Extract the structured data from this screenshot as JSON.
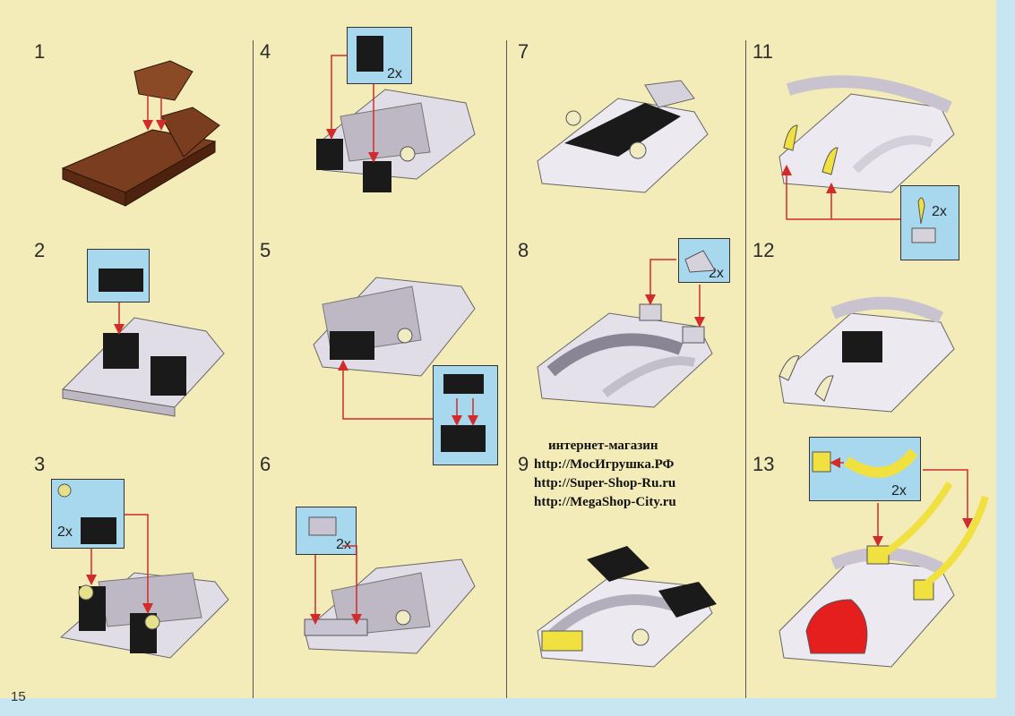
{
  "page_number": "15",
  "steps": [
    {
      "label": "1"
    },
    {
      "label": "2"
    },
    {
      "label": "3",
      "multiplier": "2x"
    },
    {
      "label": "4",
      "multiplier": "2x"
    },
    {
      "label": "5"
    },
    {
      "label": "6",
      "multiplier": "2x"
    },
    {
      "label": "7"
    },
    {
      "label": "8",
      "multiplier": "2x"
    },
    {
      "label": "9"
    },
    {
      "label": "11",
      "multiplier": "2x"
    },
    {
      "label": "12"
    },
    {
      "label": "13",
      "multiplier": "2x"
    }
  ],
  "shop_text": {
    "line0": "интернет-магазин",
    "line1": "http://МосИгрушка.РФ",
    "line2": "http://Super-Shop-Ru.ru",
    "line3": "http://MegaShop-City.ru"
  },
  "colors": {
    "background": "#f3ecb8",
    "border": "#c8e6f2",
    "callout": "#a8d8ee",
    "arrow": "#d22b2b",
    "brown": "#7a3d1f",
    "black": "#1a1a1a",
    "grey": "#d0cbd6",
    "yellow": "#f0e040",
    "red": "#e51e1e"
  }
}
